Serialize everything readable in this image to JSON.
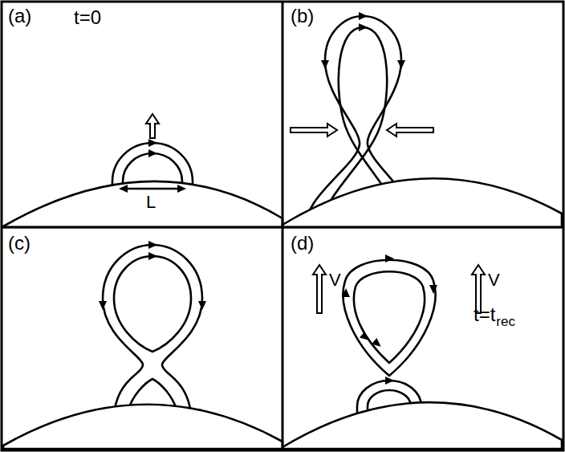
{
  "diagram": {
    "labels": [
      "(a)",
      "t=0",
      "L",
      "(b)",
      "(c)",
      "(d)",
      "V",
      "V",
      "t=t",
      "rec"
    ]
  }
}
